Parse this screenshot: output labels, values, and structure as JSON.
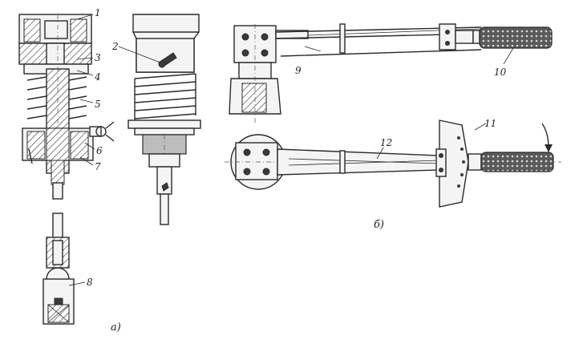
{
  "labels": {
    "n1": "1",
    "n2": "2",
    "n3": "3",
    "n4": "4",
    "n5": "5",
    "n6": "6",
    "n7": "7",
    "n8": "8",
    "n9": "9",
    "n10": "10",
    "n11": "11",
    "n12": "12"
  },
  "captions": {
    "a": "а)",
    "b": "б)"
  }
}
